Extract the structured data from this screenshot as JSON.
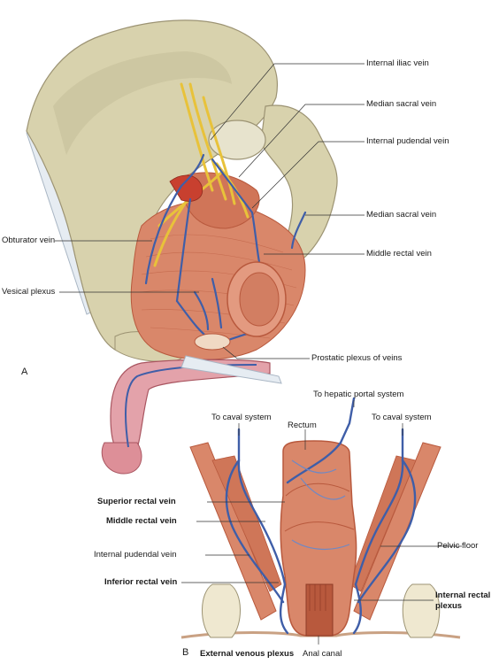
{
  "panels": {
    "a": "A",
    "b": "B"
  },
  "top_labels": {
    "internal_iliac_vein": "Internal iliac vein",
    "median_sacral_vein_1": "Median sacral vein",
    "internal_pudendal_vein": "Internal pudendal vein",
    "median_sacral_vein_2": "Median sacral vein",
    "obturator_vein": "Obturator vein",
    "middle_rectal_vein": "Middle rectal vein",
    "vesical_plexus": "Vesical plexus",
    "prostatic_plexus": "Prostatic plexus of veins"
  },
  "bottom_labels": {
    "to_hepatic_portal_system": "To hepatic portal system",
    "to_caval_system_left": "To caval system",
    "to_caval_system_right": "To caval system",
    "rectum": "Rectum",
    "superior_rectal_vein": "Superior rectal vein",
    "middle_rectal_vein": "Middle rectal vein",
    "internal_pudendal_vein": "Internal pudendal vein",
    "inferior_rectal_vein": "Inferior rectal vein",
    "pelvic_floor": "Pelvic floor",
    "internal_rectal_plexus_line1": "Internal rectal",
    "internal_rectal_plexus_line2": "plexus",
    "external_venous_plexus": "External venous plexus",
    "anal_canal": "Anal canal"
  },
  "colors": {
    "bone": "#d8d2ad",
    "bone_shadow": "#b9b18a",
    "muscle": "#d9876a",
    "muscle_dark": "#b8593d",
    "vein": "#3f5ea8",
    "vein_light": "#6f88c4",
    "nerve": "#e8c23a",
    "artery": "#c8402f",
    "skin_pink": "#e3a2aa",
    "ligament": "#e6ecf2"
  }
}
